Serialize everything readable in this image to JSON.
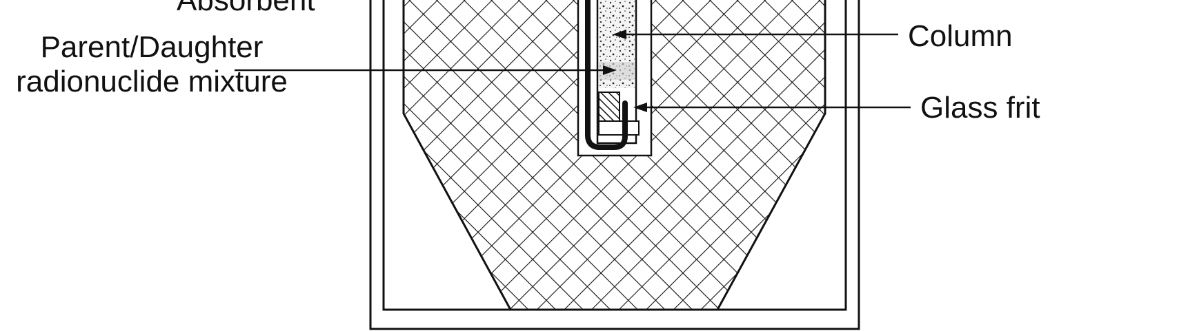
{
  "labels": {
    "absorbent": "Absorbent",
    "parent_line1": "Parent/Daughter",
    "parent_line2": "radionuclide mixture",
    "column": "Column",
    "glass_frit": "Glass frit"
  },
  "colors": {
    "ink": "#111111",
    "background": "#ffffff"
  }
}
